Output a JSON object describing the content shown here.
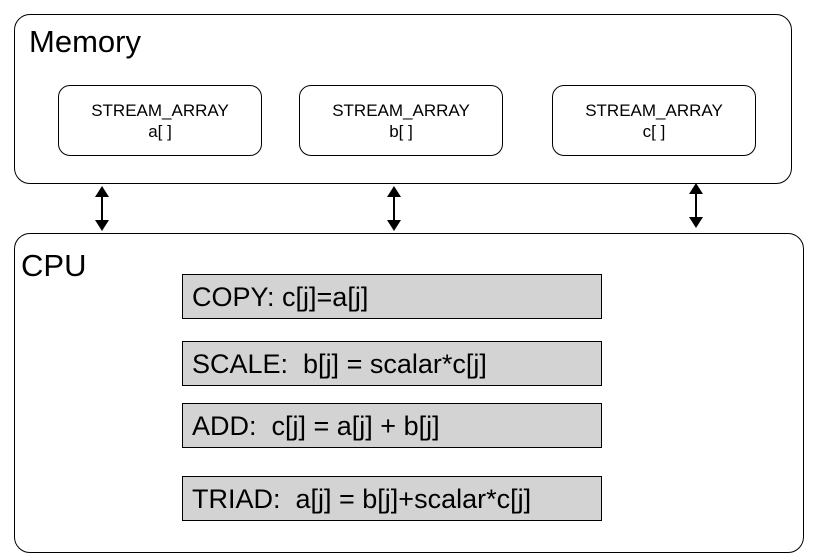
{
  "memory": {
    "title": "Memory",
    "arrays": [
      {
        "line1": "STREAM_ARRAY",
        "line2": "a[ ]"
      },
      {
        "line1": "STREAM_ARRAY",
        "line2": "b[ ]"
      },
      {
        "line1": "STREAM_ARRAY",
        "line2": "c[ ]"
      }
    ]
  },
  "cpu": {
    "title": "CPU",
    "operations": [
      {
        "text": "COPY: c[j]=a[j]"
      },
      {
        "text": "SCALE:  b[j] = scalar*c[j]"
      },
      {
        "text": "ADD:  c[j] = a[j] + b[j]"
      },
      {
        "text": "TRIAD:  a[j] = b[j]+scalar*c[j]"
      }
    ]
  },
  "colors": {
    "operation_fill": "#d3d3d3",
    "stroke": "#000000"
  }
}
